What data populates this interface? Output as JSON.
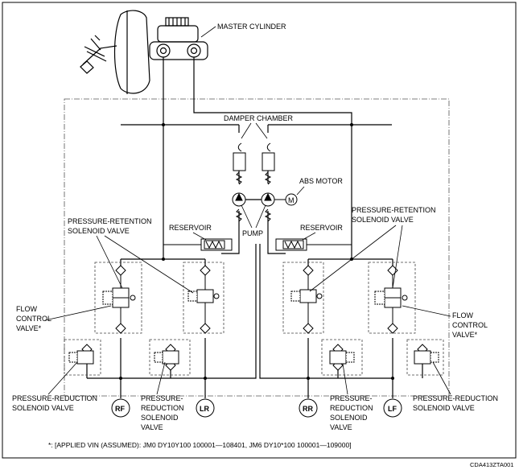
{
  "labels": {
    "master_cylinder": "MASTER CYLINDER",
    "damper_chamber": "DAMPER CHAMBER",
    "abs_motor": "ABS MOTOR",
    "motor_symbol": "M",
    "pump": "PUMP",
    "reservoir_left": "RESERVOIR",
    "reservoir_right": "RESERVOIR",
    "pressure_retention_left": [
      "PRESSURE-RETENTION",
      "SOLENOID VALVE"
    ],
    "pressure_retention_right": [
      "PRESSURE-RETENTION",
      "SOLENOID VALVE"
    ],
    "flow_control_left": [
      "FLOW",
      "CONTROL",
      "VALVE*"
    ],
    "flow_control_right": [
      "FLOW",
      "CONTROL",
      "VALVE*"
    ],
    "pressure_reduction_left": [
      "PRESSURE-REDUCTION",
      "SOLENOID VALVE"
    ],
    "pressure_reduction_mid_left": [
      "PRESSURE-",
      "REDUCTION",
      "SOLENOID",
      "VALVE"
    ],
    "pressure_reduction_mid_right": [
      "PRESSURE-",
      "REDUCTION",
      "SOLENOID",
      "VALVE"
    ],
    "pressure_reduction_right": [
      "PRESSURE-REDUCTION",
      "SOLENOID VALVE"
    ]
  },
  "ports": [
    "RF",
    "LR",
    "RR",
    "LF"
  ],
  "footnote": "*: [APPLIED VIN (ASSUMED): JM0 DY10Y100 100001—108401, JM6 DY10*100 100001—109000]",
  "figure_code": "CDA413ZTA001"
}
